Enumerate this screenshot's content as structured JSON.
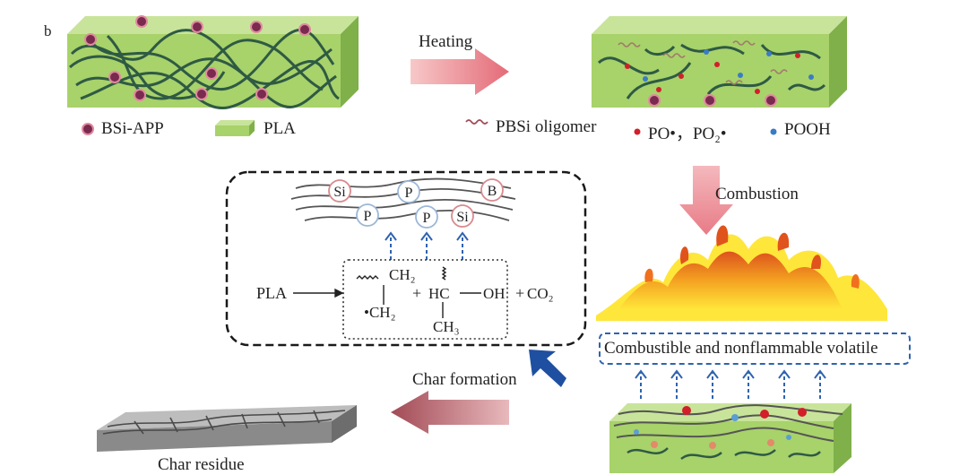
{
  "panel_label": "b",
  "legend": {
    "bsi_app": "BSi-APP",
    "pla": "PLA",
    "pbsi_oligomer": "PBSi oligomer",
    "po_radicals": "PO•，PO₂•",
    "pooh": "POOH"
  },
  "steps": {
    "heating": "Heating",
    "combustion": "Combustion",
    "char_formation": "Char formation",
    "char_residue": "Char residue"
  },
  "volatile_box": "Combustible and nonflammable volatile",
  "char_atoms": [
    "Si",
    "P",
    "B",
    "P",
    "P",
    "Si"
  ],
  "reaction": {
    "reactant": "PLA",
    "frag1_top": "CH₂",
    "frag1_bottom": "•CH₂",
    "plus1": "+",
    "hc": "HC",
    "oh": "OH",
    "ch3": "CH₃",
    "plus2": "+",
    "co2": "CO₂"
  },
  "colors": {
    "green": "#9ccc5a",
    "chain": "#2e5a44",
    "arrow_pink": "#e8828a",
    "arrow_maroon": "#a7545c",
    "blue_arrow": "#1f4fa0",
    "radical_red": "#d21f2a",
    "pooh_blue": "#3a7cc4",
    "bead": "#6b2648"
  }
}
